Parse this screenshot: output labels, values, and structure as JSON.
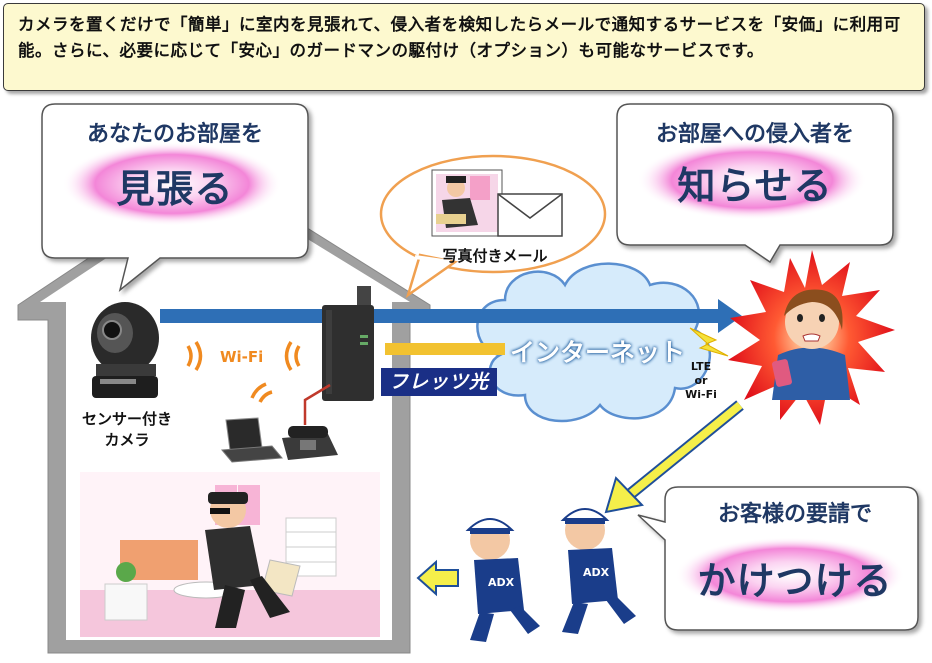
{
  "header": {
    "text": "カメラを置くだけで「簡単」に室内を見張れて、侵入者を検知したらメールで通知するサービスを「安価」に利用可能。さらに、必要に応じて「安心」のガードマンの駆付け（オプション）も可能なサービスです。"
  },
  "watch": {
    "sub": "あなたのお部屋を",
    "main": "見張る"
  },
  "notify": {
    "sub": "お部屋への侵入者を",
    "main": "知らせる"
  },
  "dispatch": {
    "sub": "お客様の要請で",
    "main": "かけつける"
  },
  "mail": {
    "label": "写真付きメール"
  },
  "camera": {
    "label_line1": "センサー付き",
    "label_line2": "カメラ"
  },
  "wifi": {
    "label": "Wi-Fi"
  },
  "internet": {
    "label": "インターネット"
  },
  "flets": {
    "label": "フレッツ光"
  },
  "mobile": {
    "line1": "LTE",
    "line2": "or",
    "line3": "Wi-Fi"
  },
  "guard": {
    "badge": "ADX"
  },
  "colors": {
    "header_bg": "#fdf9cf",
    "arrow_blue": "#2e6fb6",
    "arrow_yellow": "#f2c230",
    "label_navy": "#1f3864",
    "alert_red": "#e8141b",
    "cloud_blue": "#d6ebfb",
    "magenta_glow": "#f05fc8"
  }
}
